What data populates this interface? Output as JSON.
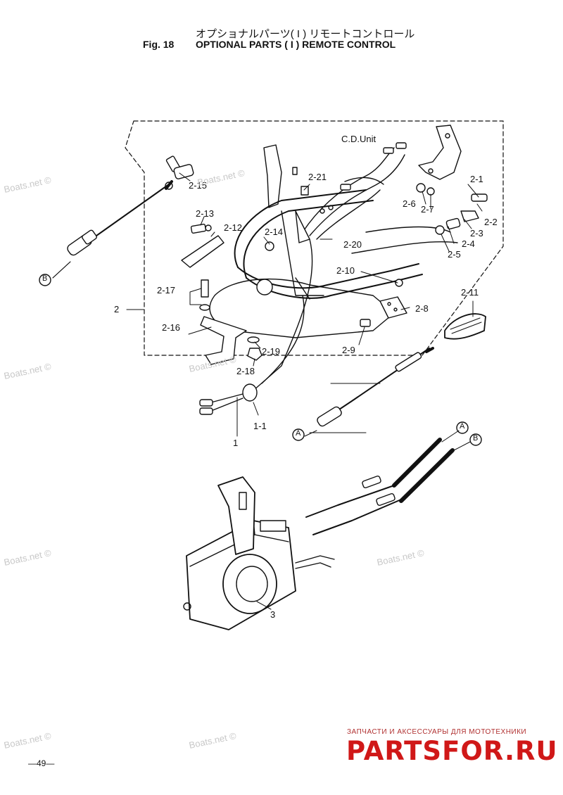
{
  "header": {
    "title_jp": "オプショナルパーツ( I ) リモートコントロール",
    "fig_no": "Fig. 18",
    "title_en": "OPTIONAL PARTS ( I ) REMOTE CONTROL"
  },
  "unit_label": "C.D.Unit",
  "part_numbers": {
    "p2_15": "2-15",
    "p2_21": "2-21",
    "p2_1": "2-1",
    "p2_6": "2-6",
    "p2_7": "2-7",
    "p2_2": "2-2",
    "p2_13": "2-13",
    "p2_12": "2-12",
    "p2_14": "2-14",
    "p2_3": "2-3",
    "p2_20": "2-20",
    "p2_4": "2-4",
    "p2_5": "2-5",
    "p2_10": "2-10",
    "p2_17": "2-17",
    "p2_11": "2-11",
    "p2": "2",
    "p2_8": "2-8",
    "p2_16": "2-16",
    "p2_19": "2-19",
    "p2_9": "2-9",
    "p2_18": "2-18",
    "p1_1": "1-1",
    "p1": "1",
    "p3": "3"
  },
  "callouts": {
    "a": "A",
    "b": "B"
  },
  "watermark": "Boats.net ©",
  "footer": {
    "page": "—49—",
    "brand_tagline": "ЗАПЧАСТИ И АКСЕССУАРЫ ДЛЯ МОТОТЕХНИКИ",
    "brand_name": "PARTSFOR.RU",
    "brand_color": "#d01818"
  }
}
